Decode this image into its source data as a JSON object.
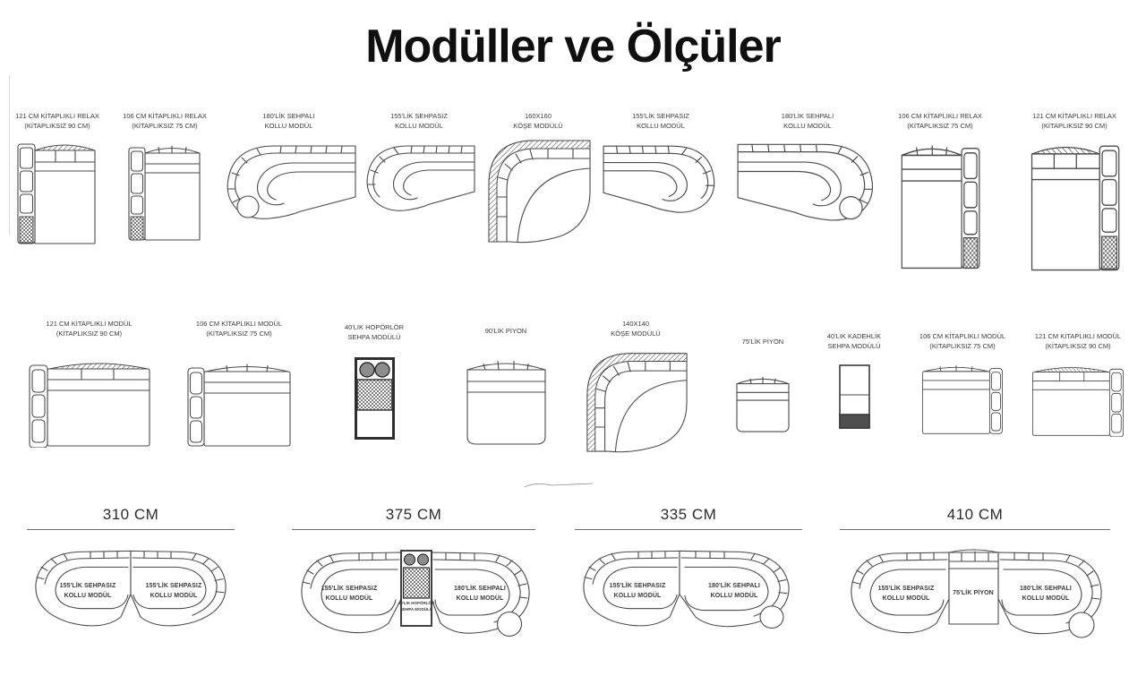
{
  "title": "Modüller ve Ölçüler",
  "row1_modules": [
    {
      "line1": "121 CM KİTAPLIKLI RELAX",
      "line2": "(KİTAPLIKSIZ 90 CM)"
    },
    {
      "line1": "106 CM KİTAPLIKLI RELAX",
      "line2": "(KİTAPLIKSIZ 75 CM)"
    },
    {
      "line1": "180'LİK SEHPALI",
      "line2": "KOLLU MODÜL"
    },
    {
      "line1": "155'LİK SEHPASIZ",
      "line2": "KOLLU MODÜL"
    },
    {
      "line1": "160X160",
      "line2": "KÖŞE MODÜLÜ"
    },
    {
      "line1": "155'LİK SEHPASIZ",
      "line2": "KOLLU MODÜL"
    },
    {
      "line1": "180'LİK SEHPALI",
      "line2": "KOLLU MODÜL"
    },
    {
      "line1": "106 CM KİTAPLIKLI RELAX",
      "line2": "(KİTAPLIKSIZ 75 CM)"
    },
    {
      "line1": "121 CM KİTAPLIKLI RELAX",
      "line2": "(KİTAPLIKSIZ 90 CM)"
    }
  ],
  "row2_modules": [
    {
      "line1": "121 CM KİTAPLIKLI MODÜL",
      "line2": "(KİTAPLIKSIZ 90 CM)"
    },
    {
      "line1": "106 CM KİTAPLIKLI MODÜL",
      "line2": "(KİTAPLIKSIZ 75 CM)"
    },
    {
      "line1": "40'LIK HOPÖRLÖR",
      "line2": "SEHPA MODÜLÜ"
    },
    {
      "line1": "90'LIK PİYON",
      "line2": ""
    },
    {
      "line1": "140X140",
      "line2": "KÖŞE MODÜLÜ"
    },
    {
      "line1": "75'LİK PİYON",
      "line2": ""
    },
    {
      "line1": "40'LIK KADEHLİK",
      "line2": "SEHPA MODÜLÜ"
    },
    {
      "line1": "106 CM KİTAPLIKLI MODÜL",
      "line2": "(KİTAPLIKSIZ 75 CM)"
    },
    {
      "line1": "121 CM KİTAPLIKLI MODÜL",
      "line2": "(KİTAPLIKSIZ 90 CM)"
    }
  ],
  "combos": [
    {
      "dimension": "310 CM",
      "left": {
        "line1": "155'LİK SEHPASIZ",
        "line2": "KOLLU MODÜL"
      },
      "right": {
        "line1": "155'LİK SEHPASIZ",
        "line2": "KOLLU MODÜL"
      }
    },
    {
      "dimension": "375 CM",
      "left": {
        "line1": "155'LİK SEHPASIZ",
        "line2": "KOLLU MODÜL"
      },
      "middle": {
        "line1": "40'LIK HOPÖRLÖR",
        "line2": "SEHPA MODÜLÜ"
      },
      "right": {
        "line1": "180'LİK SEHPALI",
        "line2": "KOLLU MODÜL"
      }
    },
    {
      "dimension": "335 CM",
      "left": {
        "line1": "155'LİK SEHPASIZ",
        "line2": "KOLLU MODÜL"
      },
      "right": {
        "line1": "180'LİK SEHPALI",
        "line2": "KOLLU MODÜL"
      }
    },
    {
      "dimension": "410 CM",
      "left": {
        "line1": "155'LİK SEHPASIZ",
        "line2": "KOLLU MODÜL"
      },
      "middle": {
        "line1": "75'LİK PİYON",
        "line2": ""
      },
      "right": {
        "line1": "180'LİK SEHPALI",
        "line2": "KOLLU MODÜL"
      }
    }
  ],
  "colors": {
    "background": "#ffffff",
    "line_color": "#4a4a4a",
    "text_color": "#3a3a3a",
    "speaker_circle": "#8d8d8d",
    "dark_fill": "#4f4f4f"
  }
}
